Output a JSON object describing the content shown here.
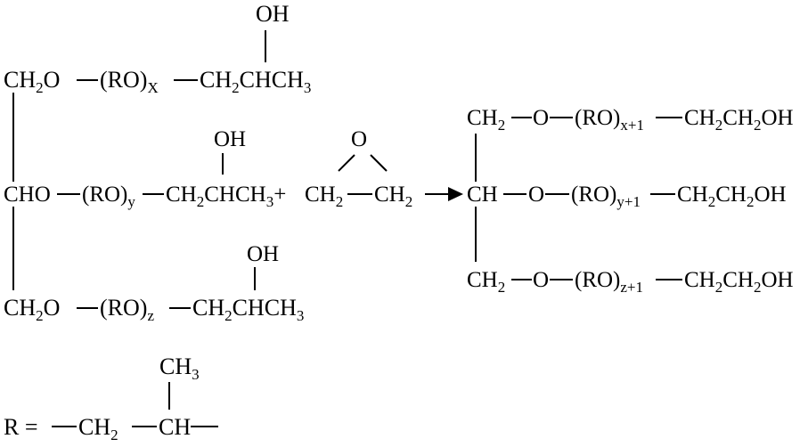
{
  "reactant": {
    "top": {
      "oh": "OH",
      "ch2": "CH",
      "ch2_sub": "2",
      "o_link": "O",
      "ro": "(RO)",
      "ro_sub": "X",
      "ch2b": "CH",
      "ch2b_sub": "2",
      "chch3": "CHCH",
      "chch3_sub": "3"
    },
    "middle": {
      "oh": "OH",
      "cho": "CHO",
      "ro": "(RO)",
      "ro_sub": "y",
      "ch2b": "CH",
      "ch2b_sub": "2",
      "chch3": "CHCH",
      "chch3_sub": "3",
      "plus": "+"
    },
    "bottom": {
      "oh": "OH",
      "ch2": "CH",
      "ch2_sub": "2",
      "o_link": "O",
      "ro": "(RO)",
      "ro_sub": "z",
      "ch2b": "CH",
      "ch2b_sub": "2",
      "chch3": "CHCH",
      "chch3_sub": "3"
    }
  },
  "epoxide": {
    "o": "O",
    "left": "CH",
    "left_sub": "2",
    "right": "CH",
    "right_sub": "2"
  },
  "product": {
    "top": {
      "ch2": "CH",
      "ch2_sub": "2",
      "o_link": "O",
      "ro": "(RO)",
      "ro_sub": "x+1",
      "tail1": "CH",
      "tail1_sub": "2",
      "tail2": "CH",
      "tail2_sub": "2",
      "oh": "OH"
    },
    "middle": {
      "ch": "CH",
      "o_link": "O",
      "ro": "(RO)",
      "ro_sub": "y+1",
      "tail1": "CH",
      "tail1_sub": "2",
      "tail2": "CH",
      "tail2_sub": "2",
      "oh": "OH"
    },
    "bottom": {
      "ch2": "CH",
      "ch2_sub": "2",
      "o_link": "O",
      "ro": "(RO)",
      "ro_sub": "z+1",
      "tail1": "CH",
      "tail1_sub": "2",
      "tail2": "CH",
      "tail2_sub": "2",
      "oh": "OH"
    }
  },
  "r_definition": {
    "ch3": "CH",
    "ch3_sub": "3",
    "r_eq": "R =",
    "ch2": "CH",
    "ch2_sub": "2",
    "ch": "CH"
  }
}
